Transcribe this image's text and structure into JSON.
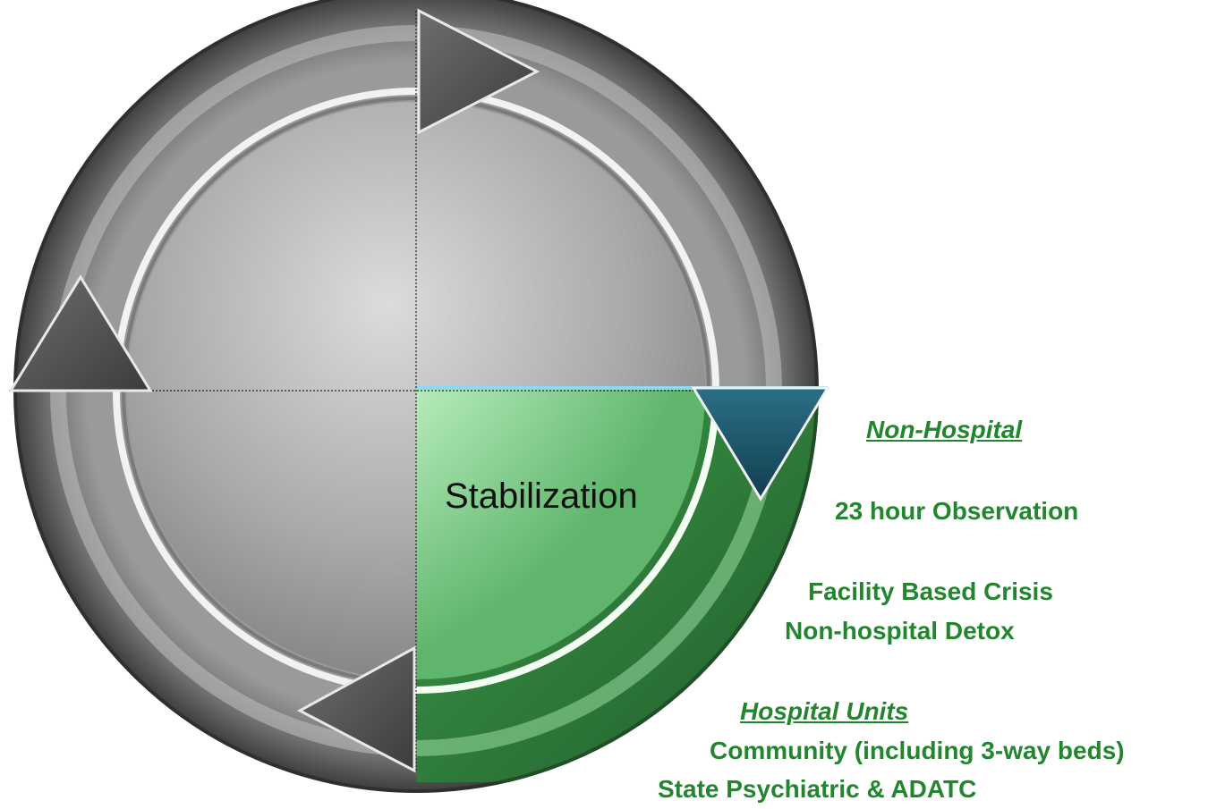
{
  "diagram": {
    "active_stage": "Stabilization",
    "colors": {
      "active_quadrant": "#b9f0c0",
      "active_ring": "#2e7d3a",
      "active_arrow": "#1b4f63",
      "inactive_ring": "#7a7a7a",
      "inactive_disc": "#b5b5b5",
      "inactive_arrow": "#5a5a5a",
      "label_text": "#23862f"
    }
  },
  "services": {
    "non_hospital_heading": "Non-Hospital",
    "items_non_hospital": [
      "23 hour Observation",
      "Facility Based Crisis",
      "Non-hospital Detox"
    ],
    "hospital_heading": "Hospital Units",
    "items_hospital": [
      "Community (including 3-way beds)",
      "State Psychiatric & ADATC"
    ]
  }
}
